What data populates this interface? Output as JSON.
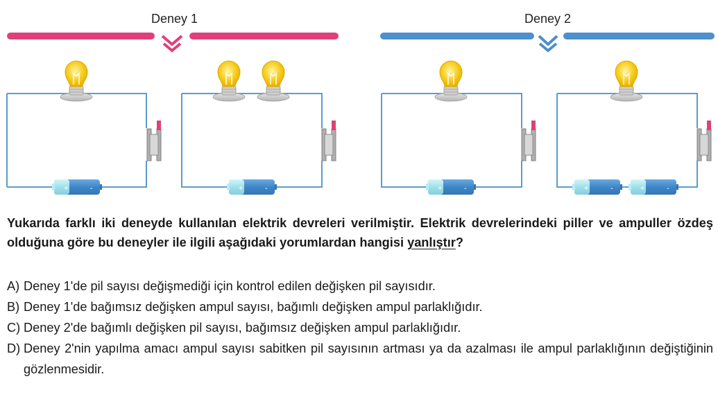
{
  "experiments": [
    {
      "title": "Deney 1",
      "color": "#e0407a"
    },
    {
      "title": "Deney 2",
      "color": "#4f8fcc"
    }
  ],
  "question": {
    "text_before": "Yukarıda farklı iki deneyde kullanılan elektrik devreleri verilmiştir. Elektrik devrelerindeki piller ve ampuller özdeş olduğuna göre bu deneyler ile ilgili aşağıdaki yorumlardan hangisi ",
    "emphasis": "yanlıştır",
    "text_after": "?"
  },
  "options": [
    {
      "letter": "A)",
      "text": "Deney 1'de pil sayısı değişmediği için kontrol edilen değişken pil sayısıdır."
    },
    {
      "letter": "B)",
      "text": "Deney 1'de bağımsız değişken ampul sayısı, bağımlı değişken ampul parlaklığıdır."
    },
    {
      "letter": "C)",
      "text": "Deney 2'de bağımlı değişken pil sayısı, bağımsız değişken ampul parlaklığıdır."
    },
    {
      "letter": "D)",
      "text": "Deney 2'nin yapılma amacı ampul sayısı sabitken pil sayısının artması ya da azalması ile ampul parlaklığının değiştiğinin gözlenmesidir."
    }
  ],
  "battery": {
    "plus": "+",
    "minus": "-"
  },
  "colors": {
    "wire": "#5a9ccc",
    "bulb": "#f5c518",
    "battery": "#4a8ccc",
    "battery_cap": "#aee6ee",
    "switch": "#9a9a9a",
    "switch_tip": "#e0407a"
  }
}
